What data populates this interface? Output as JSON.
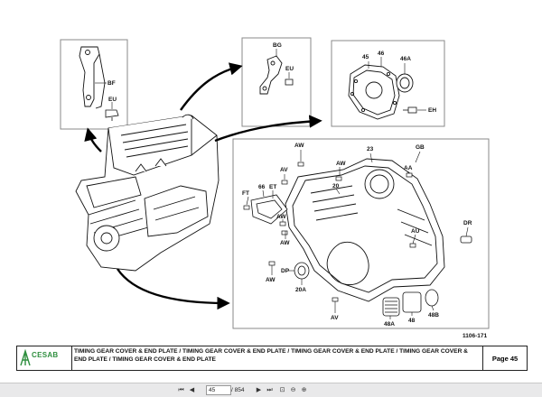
{
  "drawing": {
    "reference": "1106-171",
    "labels": {
      "bf": "BF",
      "eu1": "EU",
      "bg": "BG",
      "eu2": "EU",
      "n45": "45",
      "n46": "46",
      "n46a": "46A",
      "eh": "EH",
      "aw1": "AW",
      "n23": "23",
      "gb": "GB",
      "av1": "AV",
      "aw2": "AW",
      "aa": "AA",
      "n20": "20",
      "ft": "FT",
      "n66": "66",
      "et": "ET",
      "aw3": "AW",
      "aw4": "AW",
      "dr": "DR",
      "au": "AU",
      "dp": "DP",
      "aw5": "AW",
      "n20a": "20A",
      "av2": "AV",
      "n48a": "48A",
      "n48": "48",
      "n48b": "48B"
    }
  },
  "footer": {
    "brand": "CESAB",
    "title": "TIMING GEAR COVER & END PLATE  / TIMING GEAR COVER & END PLATE  / TIMING GEAR COVER & END PLATE  / TIMING GEAR COVER & END PLATE  / TIMING GEAR COVER & END PLATE",
    "page_label": "Page 45"
  },
  "viewer": {
    "page_value": "45",
    "page_total": "/ 854",
    "icons": [
      "first-page-icon",
      "previous-page-icon",
      "next-page-icon",
      "last-page-icon",
      "fit-page-icon",
      "zoom-out-icon",
      "zoom-in-icon"
    ]
  }
}
